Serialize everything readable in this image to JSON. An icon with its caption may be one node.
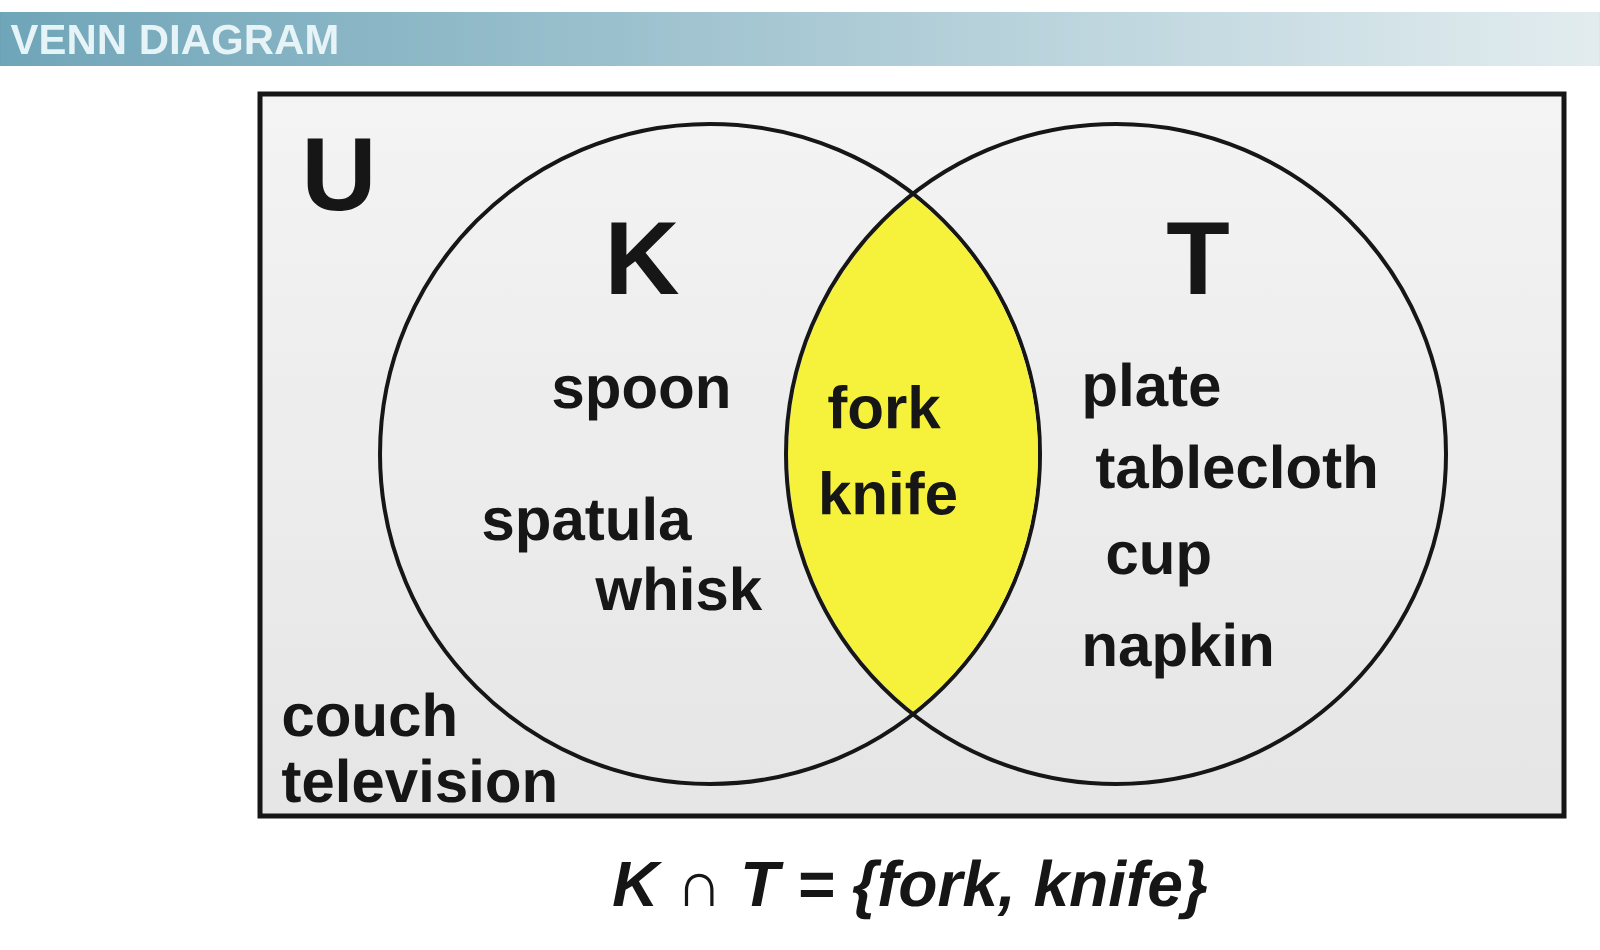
{
  "diagram": {
    "title": "VENN DIAGRAM",
    "nodes": [
      {
        "text": [
          "U",
          "couch",
          "television"
        ]
      },
      {
        "text": [
          "K",
          "spoon",
          "spatula",
          "whisk"
        ],
        "in": 0
      },
      {
        "text": [
          "fork",
          "knife"
        ]
      },
      {
        "text": [
          "T",
          "plate",
          "tablecloth",
          "cup",
          "napkin"
        ],
        "in": 0
      }
    ],
    "caption": "K ∩ T = {fork, knife}"
  }
}
